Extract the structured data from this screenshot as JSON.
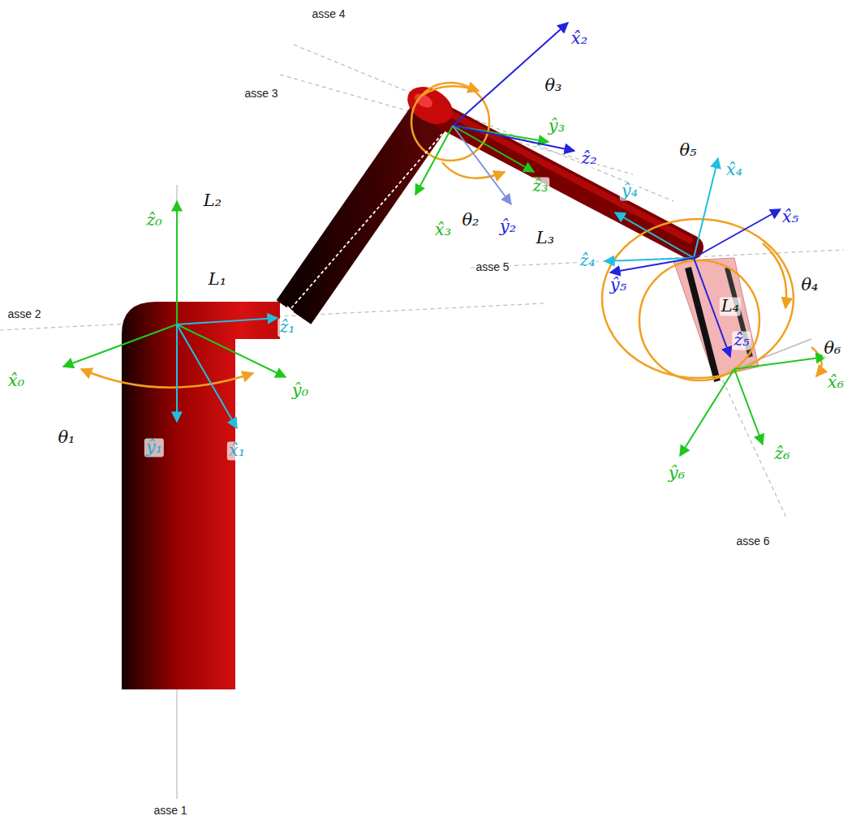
{
  "diagram": {
    "labels": [
      "asse 4",
      "asse 3",
      "asse 2",
      "asse 5",
      "asse 6",
      "asse 1",
      "ẑ₀",
      "L₁",
      "x̂₀",
      "θ₁",
      "ŷ₁",
      "x̂₁",
      "ŷ₀",
      "ẑ₁",
      "L₂",
      "x̂₂",
      "θ₃",
      "ŷ₃",
      "ẑ₂",
      "ẑ₃",
      "x̂₃",
      "θ₂",
      "ŷ₂",
      "L₃",
      "θ₅",
      "x̂₄",
      "x̂₅",
      "ŷ₄",
      "ẑ₄",
      "ŷ₅",
      "θ₄",
      "L₄",
      "ẑ₅",
      "θ₆",
      "x̂₆",
      "ŷ₆",
      "ẑ₆"
    ]
  }
}
